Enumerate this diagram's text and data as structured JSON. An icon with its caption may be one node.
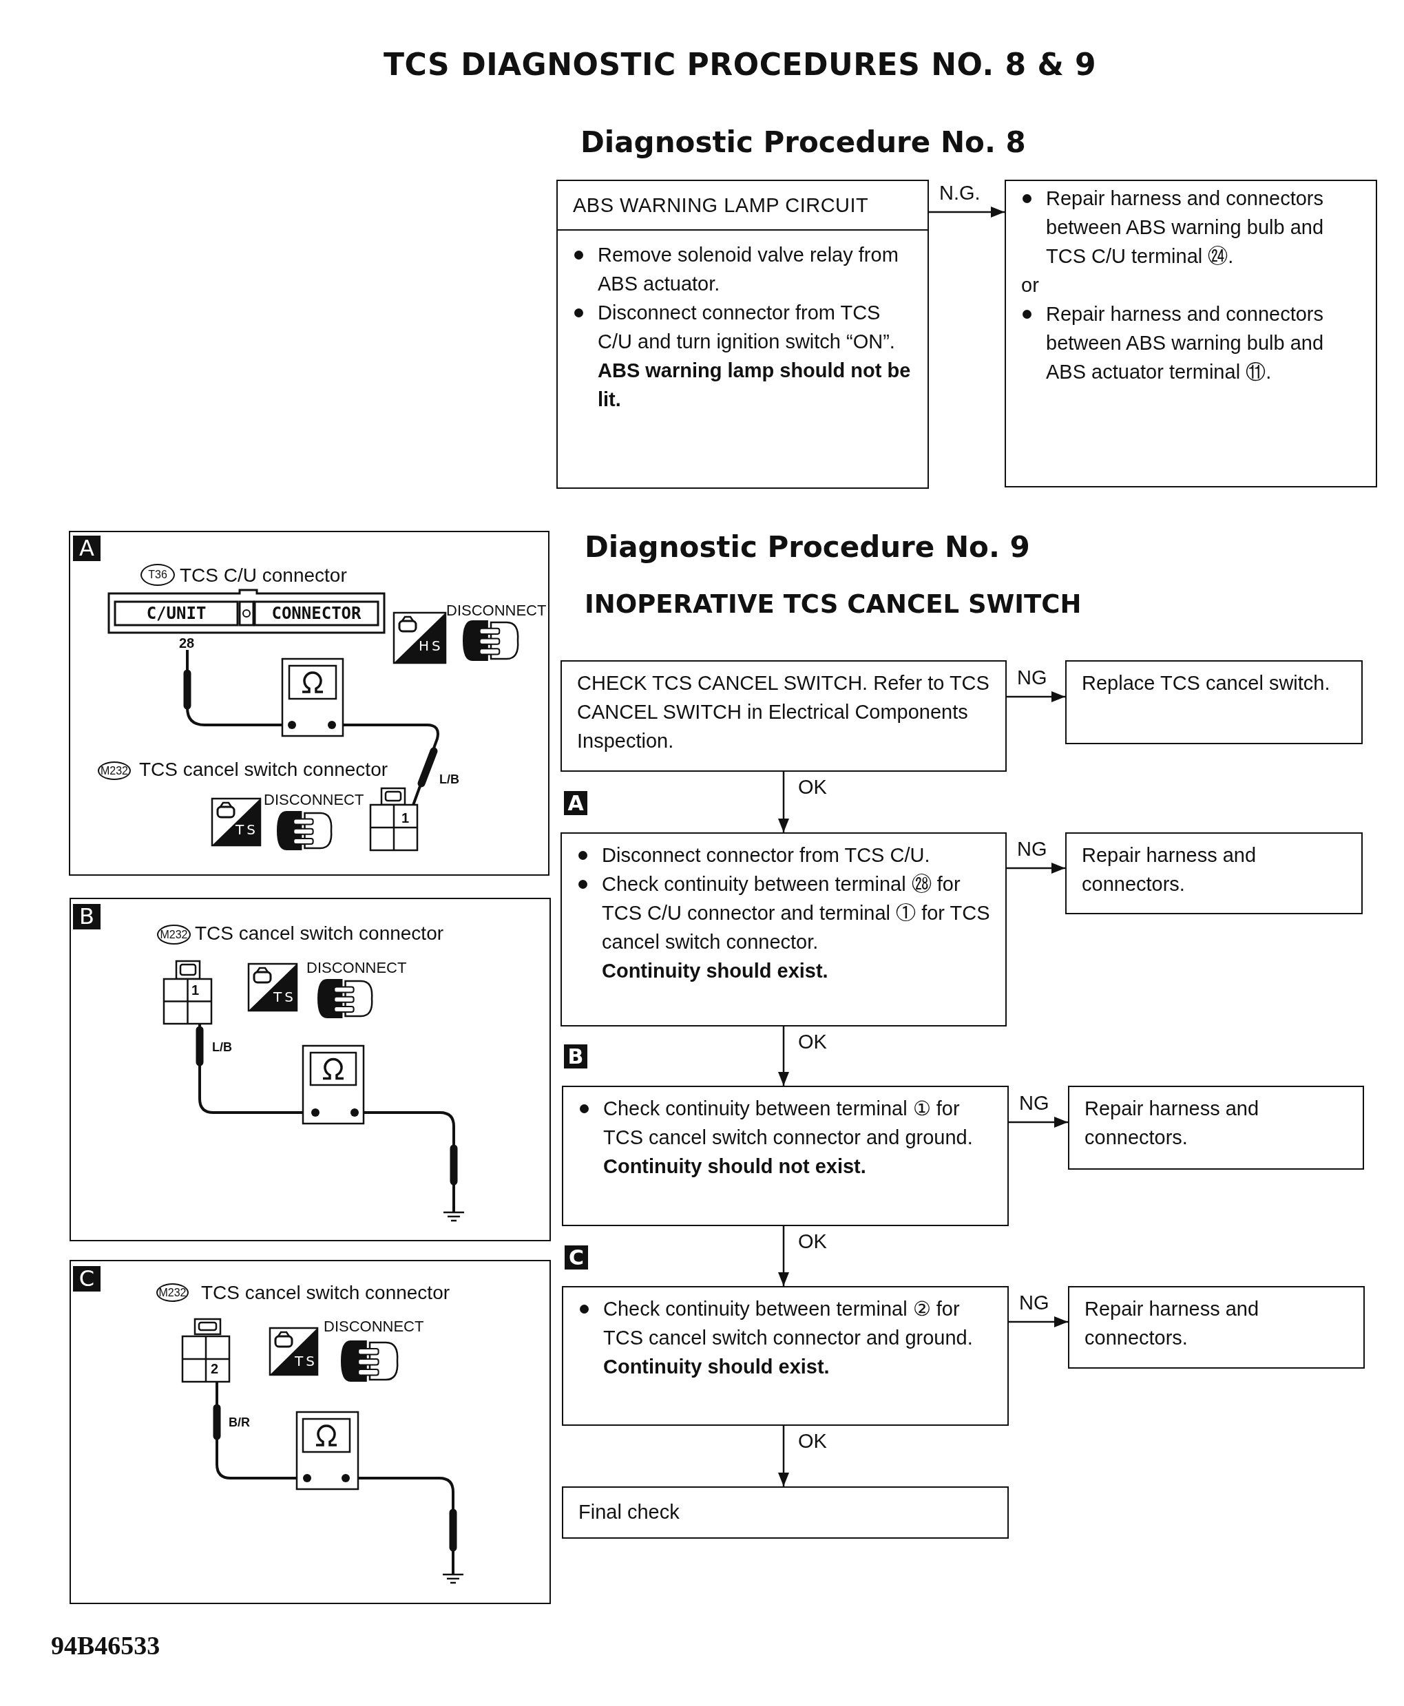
{
  "diagram": {
    "title": "TCS DIAGNOSTIC PROCEDURES NO. 8 & 9",
    "nodes": [
      {
        "text": [
          "ABS WARNING LAMP CIRCUIT",
          "Remove solenoid valve relay from ABS actuator.",
          "Disconnect connector from TCS C/U and turn ignition switch “ON”.",
          "ABS warning lamp should not be lit."
        ]
      },
      {
        "text": [
          "Repair harness and connectors between ABS warning bulb and TCS C/U terminal ㉔.",
          "or",
          "Repair harness and connectors between ABS warning bulb and ABS actuator terminal ⑪."
        ]
      },
      {
        "text": [
          "A",
          "T36",
          "TCS C/U connector",
          "C/UNIT",
          "CONNECTOR",
          "28",
          "HS",
          "DISCONNECT",
          "M232",
          "TCS cancel switch connector",
          "L/B",
          "TS",
          "DISCONNECT",
          "1"
        ]
      },
      {
        "text": [
          "B",
          "M232",
          "TCS cancel switch connector",
          "1",
          "TS",
          "DISCONNECT",
          "L/B"
        ]
      },
      {
        "text": [
          "C",
          "M232",
          "TCS cancel switch connector",
          "2",
          "TS",
          "DISCONNECT",
          "B/R"
        ]
      },
      {
        "text": [
          "CHECK TCS CANCEL SWITCH. Refer to TCS CANCEL SWITCH in Electrical Components Inspection."
        ]
      },
      {
        "text": [
          "Replace TCS cancel switch."
        ]
      },
      {
        "text": [
          "Disconnect connector from TCS C/U.",
          "Check continuity between terminal ㉘ for TCS C/U connector and terminal ① for TCS cancel switch connector.",
          "Continuity should exist."
        ]
      },
      {
        "text": [
          "Repair harness and connectors."
        ]
      },
      {
        "text": [
          "Check continuity between terminal ① for TCS cancel switch connector and ground.",
          "Continuity should not exist."
        ]
      },
      {
        "text": [
          "Repair harness and connectors."
        ]
      },
      {
        "text": [
          "Check continuity between terminal ② for TCS cancel switch connector and ground.",
          "Continuity should exist."
        ]
      },
      {
        "text": [
          "Repair harness and connectors."
        ]
      },
      {
        "text": [
          "Final check"
        ]
      }
    ],
    "edges": [
      {
        "from": 0,
        "to": 1,
        "arrow": "to",
        "label": "N.G."
      },
      {
        "from": 5,
        "to": 6,
        "arrow": "to",
        "label": "NG"
      },
      {
        "from": 5,
        "to": 7,
        "arrow": "to",
        "label": "OK"
      },
      {
        "from": 7,
        "to": 8,
        "arrow": "to",
        "label": "NG"
      },
      {
        "from": 7,
        "to": 9,
        "arrow": "to",
        "label": "OK"
      },
      {
        "from": 9,
        "to": 10,
        "arrow": "to",
        "label": "NG"
      },
      {
        "from": 9,
        "to": 11,
        "arrow": "to",
        "label": "OK"
      },
      {
        "from": 11,
        "to": 12,
        "arrow": "to",
        "label": "NG"
      },
      {
        "from": 11,
        "to": 13,
        "arrow": "to",
        "label": "OK"
      }
    ],
    "labels": [
      "Diagnostic Procedure No. 8",
      "Diagnostic Procedure No. 9",
      "INOPERATIVE TCS CANCEL SWITCH",
      "A",
      "B",
      "C",
      "94B46533"
    ]
  }
}
